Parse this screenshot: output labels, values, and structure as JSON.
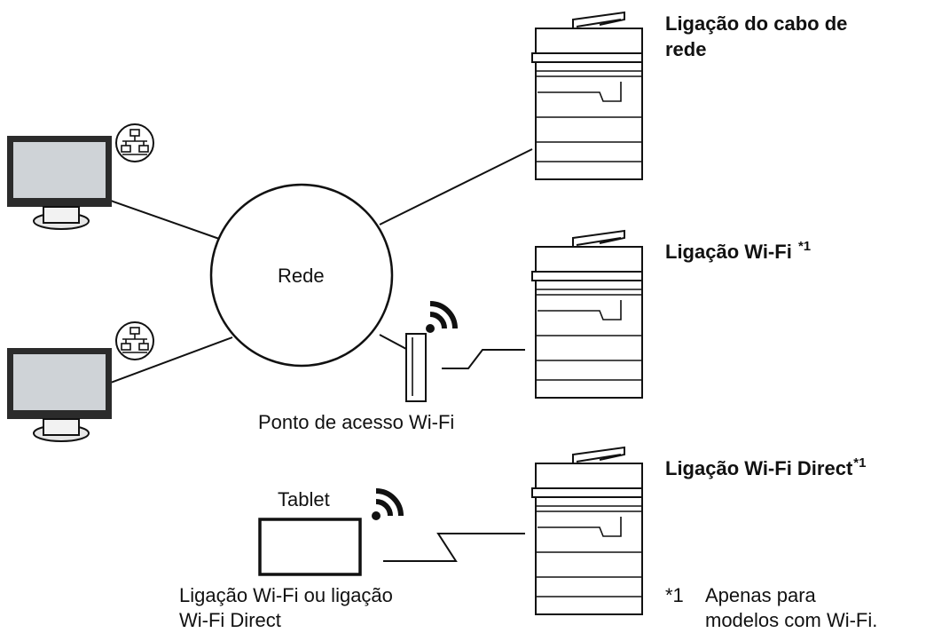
{
  "diagram": {
    "network_label": "Rede",
    "access_point_label": "Ponto de acesso Wi-Fi",
    "tablet_label": "Tablet",
    "tablet_connection_line1": "Ligação Wi-Fi ou ligação",
    "tablet_connection_line2": "Wi-Fi Direct",
    "cable_connection_line1": "Ligação do cabo de",
    "cable_connection_line2": "rede",
    "wifi_connection": "Ligação Wi-Fi",
    "wifi_connection_note": "*1",
    "wifi_direct_connection": "Ligação Wi-Fi Direct",
    "wifi_direct_connection_note": "*1",
    "footnote_marker": "*1",
    "footnote_line1": "Apenas para",
    "footnote_line2": "modelos com Wi-Fi."
  }
}
